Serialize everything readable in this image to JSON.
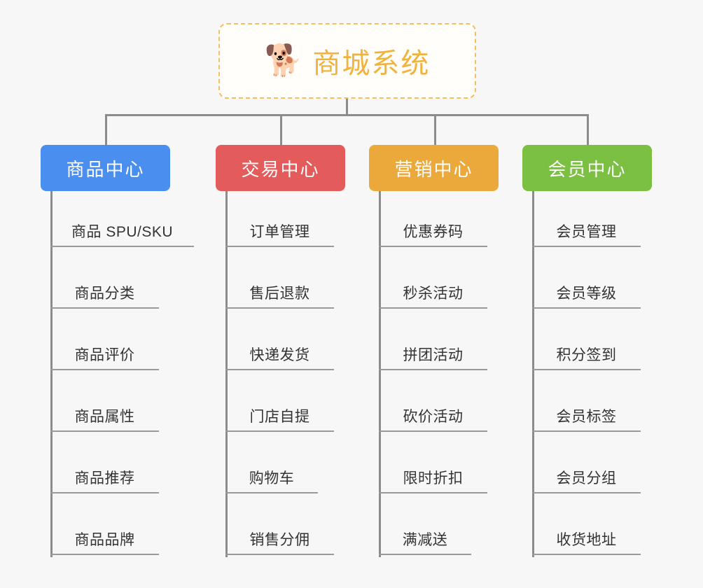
{
  "root": {
    "icon": "shiba-dog-emoji",
    "glyph": "🐕",
    "title": "商城系统",
    "color": "#f2b33d",
    "border_color": "#f4bf5f"
  },
  "columns": [
    {
      "id": "product-center",
      "label": "商品中心",
      "color": "#4a8ef0",
      "items": [
        "商品 SPU/SKU",
        "商品分类",
        "商品评价",
        "商品属性",
        "商品推荐",
        "商品品牌"
      ]
    },
    {
      "id": "trade-center",
      "label": "交易中心",
      "color": "#e45b5b",
      "items": [
        "订单管理",
        "售后退款",
        "快递发货",
        "门店自提",
        "购物车",
        "销售分佣"
      ]
    },
    {
      "id": "marketing-center",
      "label": "营销中心",
      "color": "#eba93c",
      "items": [
        "优惠券码",
        "秒杀活动",
        "拼团活动",
        "砍价活动",
        "限时折扣",
        "满减送"
      ]
    },
    {
      "id": "member-center",
      "label": "会员中心",
      "color": "#7cc043",
      "items": [
        "会员管理",
        "会员等级",
        "积分签到",
        "会员标签",
        "会员分组",
        "收货地址"
      ]
    }
  ],
  "layout": {
    "connector_color": "#8c8c8c",
    "leaf_rule_color": "#9a9a9a",
    "background": "#f7f7f7"
  }
}
